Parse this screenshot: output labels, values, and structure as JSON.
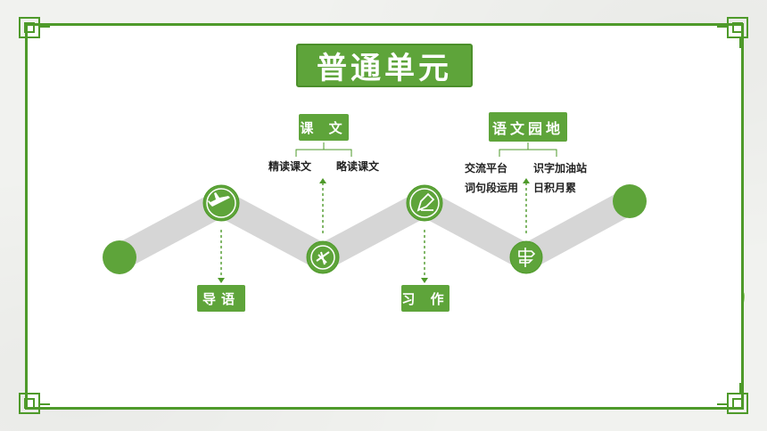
{
  "title": "普通单元",
  "nodes": {
    "daoyu": "导语",
    "kewen": "课 文",
    "xizuo": "习 作",
    "yuwenyuandi": "语文园地"
  },
  "kewen_items": [
    "精读课文",
    "略读课文"
  ],
  "yuandi_items": [
    "交流平台",
    "识字加油站",
    "词句段运用",
    "日积月累"
  ],
  "colors": {
    "accent": "#5ea43a",
    "frame": "#4e9a2a",
    "track": "#d6d6d6"
  },
  "icons": [
    "airplane-icon",
    "pen-nib-icon",
    "leaf-badge-icon",
    "signpost-icon"
  ]
}
